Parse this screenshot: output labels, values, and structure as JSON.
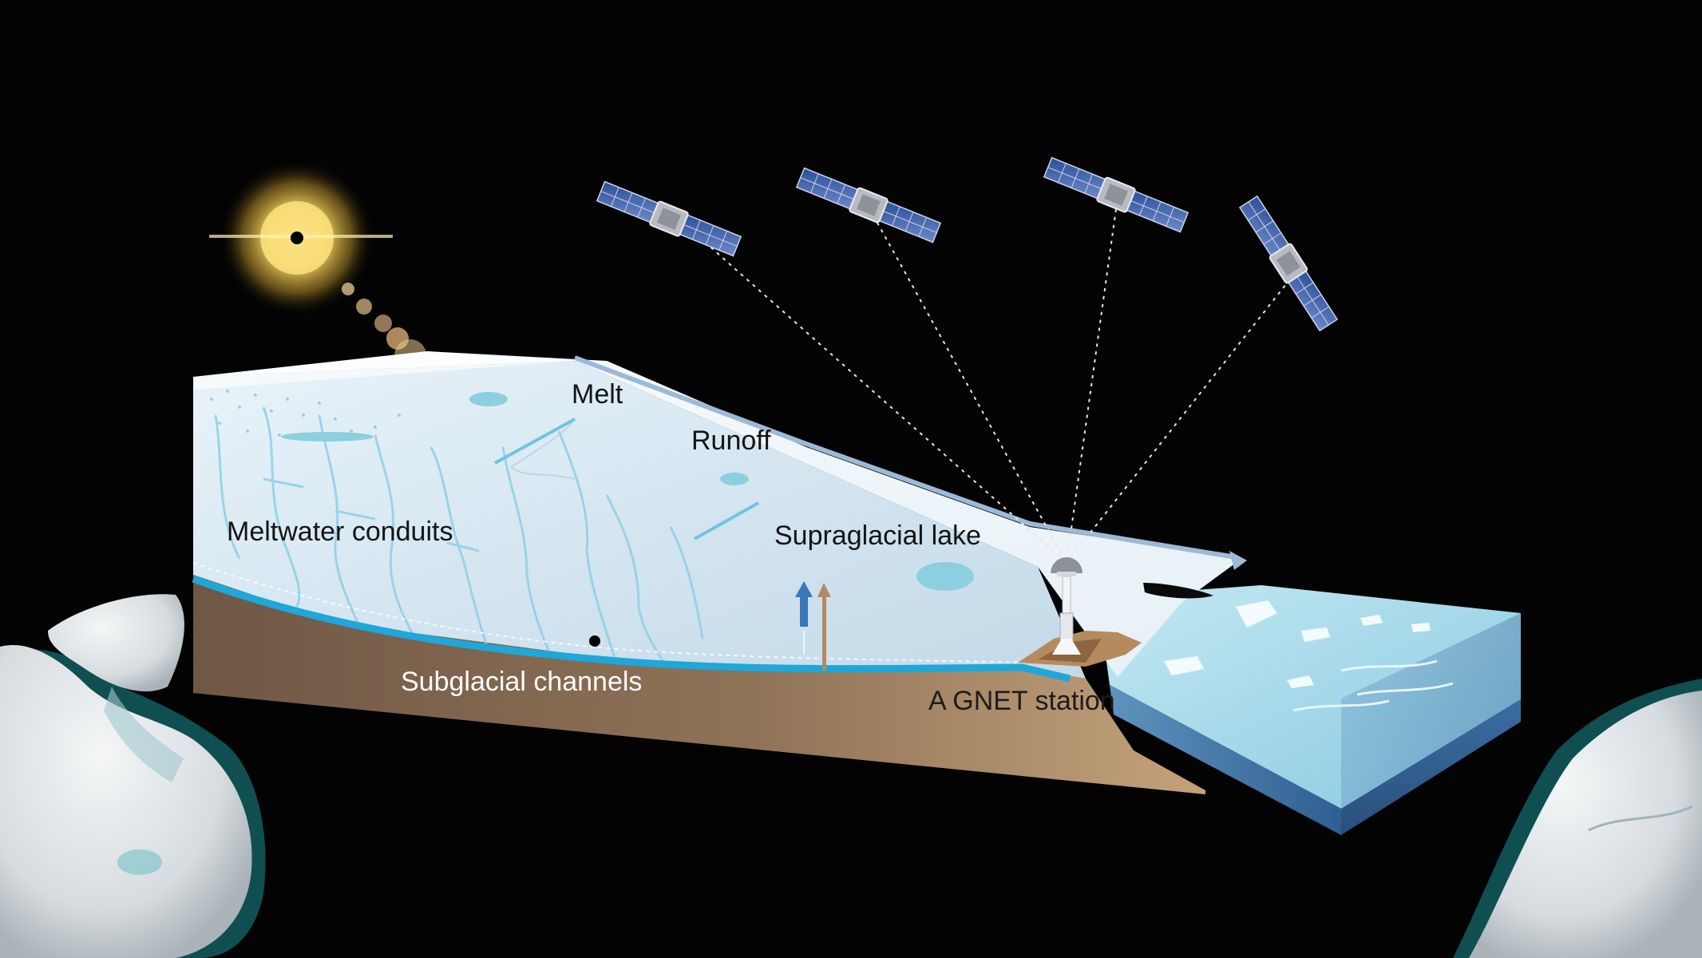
{
  "labels": {
    "melt": "Melt",
    "runoff": "Runoff",
    "meltwater_conduits": "Meltwater conduits",
    "supraglacial_lake": "Supraglacial lake",
    "subglacial_channels": "Subglacial channels",
    "gnet_station": "A GNET station"
  },
  "icons": {
    "sun": "sun-icon",
    "satellite": "satellite-icon",
    "gnet_antenna": "gps-antenna-icon"
  },
  "colors": {
    "background": "#030303",
    "ice_top": "#eef5fa",
    "ice_front": "#d6e6f1",
    "bedrock": "#8f7357",
    "meltwater": "#2fb7dc",
    "ocean_top": "#a9dbea",
    "ocean_front": "#3f74a6"
  }
}
